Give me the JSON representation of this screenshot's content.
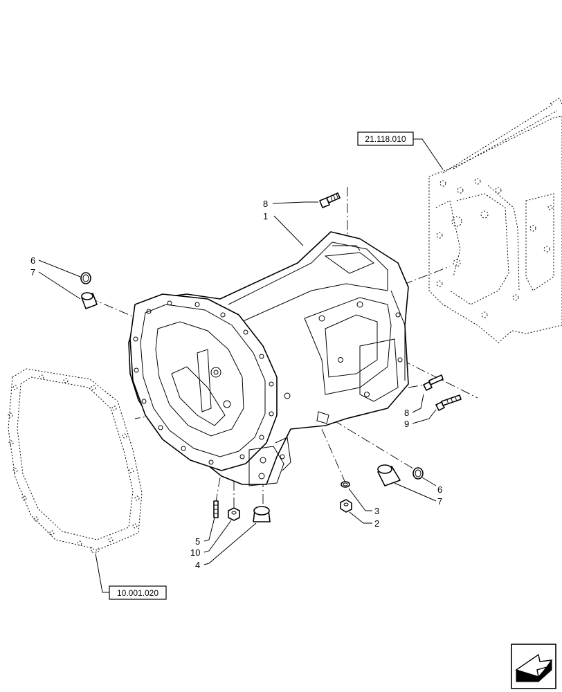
{
  "callouts": [
    "1",
    "2",
    "3",
    "4",
    "5",
    "6",
    "7",
    "8",
    "9",
    "10"
  ],
  "references": {
    "top_right": "21.118.010",
    "bottom_left": "10.001.020"
  },
  "labels": {
    "l8_top": "8",
    "l1": "1",
    "l6_left": "6",
    "l7_left": "7",
    "l8_right": "8",
    "l9": "9",
    "l6_right": "6",
    "l7_right": "7",
    "l3": "3",
    "l2": "2",
    "l5": "5",
    "l10": "10",
    "l4": "4"
  },
  "nav_icon": "previous-page-arrow-icon"
}
